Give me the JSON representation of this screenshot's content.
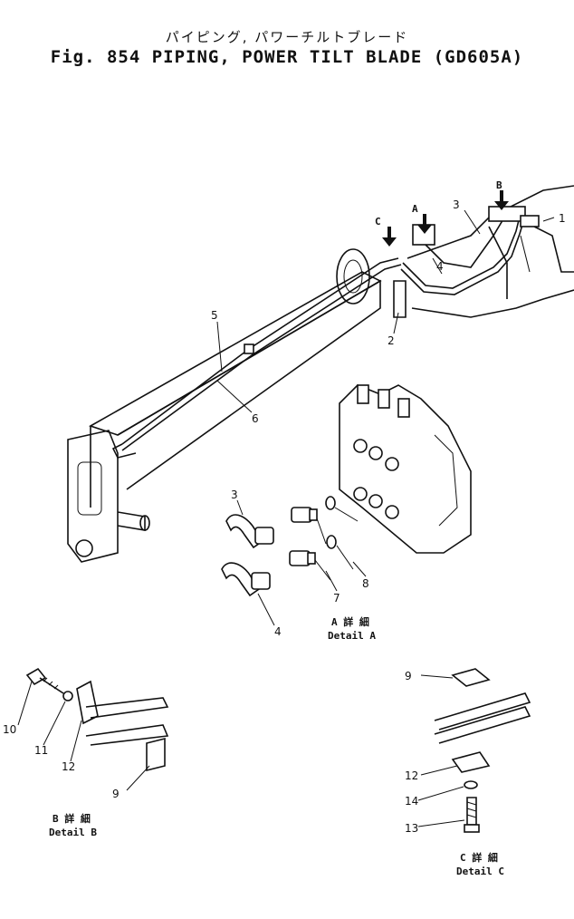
{
  "title_jp": "パイピング, パワーチルトブレード",
  "title_en": "Fig. 854  PIPING, POWER TILT BLADE  (GD605A)",
  "callouts": {
    "p1": "1",
    "p2": "2",
    "p3a": "3",
    "p3b": "3",
    "p4a": "4",
    "p4b": "4",
    "p5": "5",
    "p6": "6",
    "p7": "7",
    "p8": "8",
    "p9a": "9",
    "p9b": "9",
    "p10": "10",
    "p11": "11",
    "p12a": "12",
    "p12b": "12",
    "p13": "13",
    "p14": "14"
  },
  "view_markers": {
    "a": "A",
    "b": "B",
    "c": "C"
  },
  "details": {
    "a_jp": "A  詳  細",
    "a_en": "Detail  A",
    "b_jp": "B  詳  細",
    "b_en": "Detail  B",
    "c_jp": "C  詳  細",
    "c_en": "Detail  C"
  }
}
